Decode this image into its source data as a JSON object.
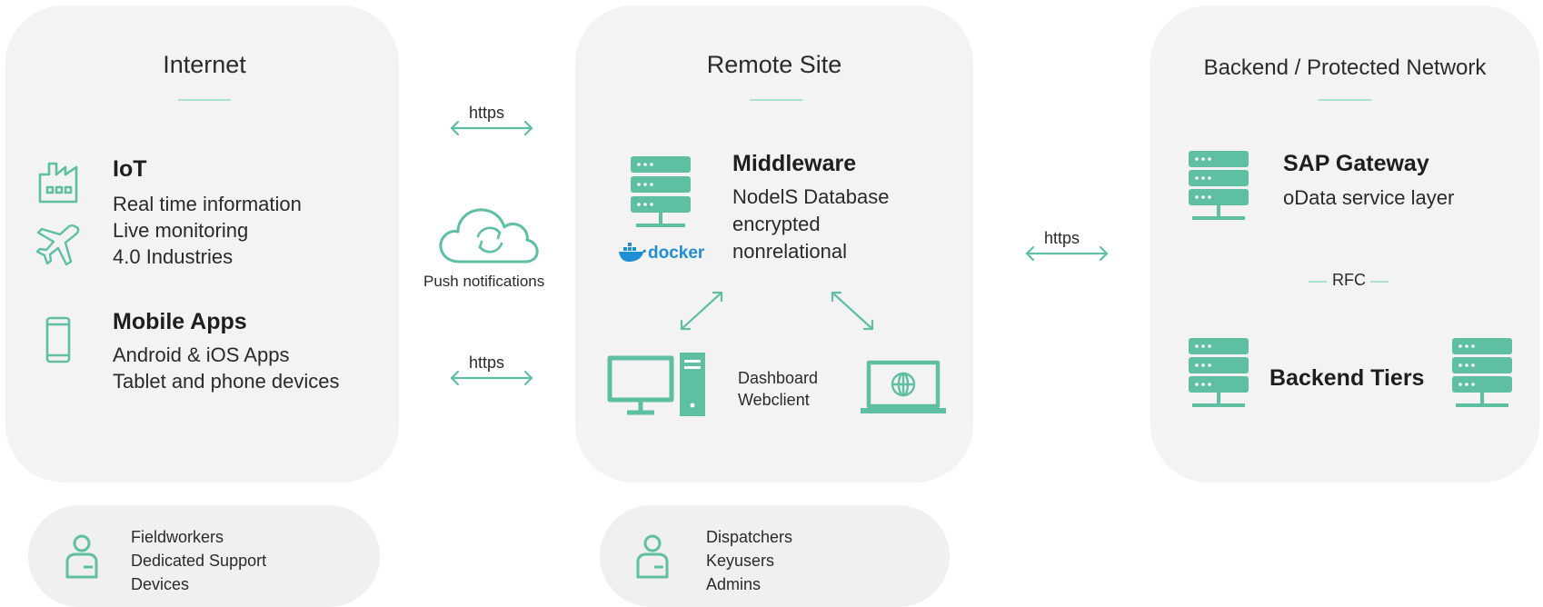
{
  "accent": "#5fbfa3",
  "panels": {
    "internet": {
      "title": "Internet",
      "iot": {
        "heading": "IoT",
        "lines": [
          "Real time information",
          "Live monitoring",
          "4.0 Industries"
        ]
      },
      "mobile": {
        "heading": "Mobile Apps",
        "lines": [
          "Android & iOS Apps",
          "Tablet and phone devices"
        ]
      }
    },
    "remote": {
      "title": "Remote Site",
      "middleware": {
        "heading": "Middleware",
        "lines": [
          "NodelS Database",
          "encrypted",
          "nonrelational"
        ]
      },
      "docker_label": "docker",
      "dashboard": {
        "lines": [
          "Dashboard",
          "Webclient"
        ]
      }
    },
    "backend": {
      "title": "Backend / Protected Network",
      "gateway": {
        "heading": "SAP Gateway",
        "sub": "oData service layer"
      },
      "rfc": "RFC",
      "tiers": "Backend Tiers"
    }
  },
  "connectors": {
    "https_top": "https",
    "https_bottom": "https",
    "https_right": "https",
    "push": "Push notifications"
  },
  "users": {
    "field": {
      "lines": [
        "Fieldworkers",
        "Dedicated Support",
        "Devices"
      ]
    },
    "office": {
      "lines": [
        "Dispatchers",
        "Keyusers",
        "Admins"
      ]
    }
  }
}
